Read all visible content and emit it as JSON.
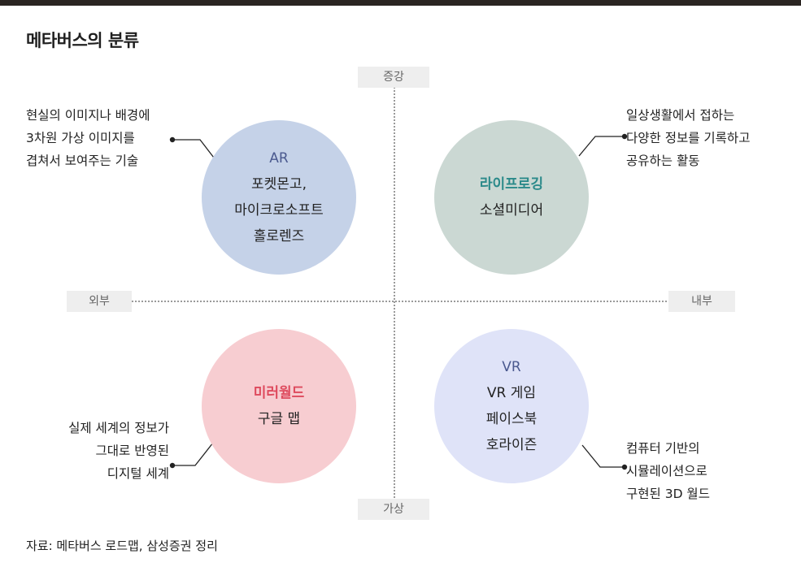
{
  "title": "메타버스의 분류",
  "axes": {
    "top": "증강",
    "bottom": "가상",
    "left": "외부",
    "right": "내부"
  },
  "quadrants": {
    "ar": {
      "title": "AR",
      "lines": [
        "포켓몬고,",
        "마이크로소프트",
        "홀로렌즈"
      ],
      "description": [
        "현실의 이미지나 배경에",
        "3차원 가상 이미지를",
        "겹쳐서 보여주는 기술"
      ],
      "color": "#c5d2e8"
    },
    "lifelogging": {
      "title": "라이프로깅",
      "lines": [
        "소셜미디어"
      ],
      "description": [
        "일상생활에서 접하는",
        "다양한 정보를 기록하고",
        "공유하는 활동"
      ],
      "color": "#cbd8d3"
    },
    "mirror": {
      "title": "미러월드",
      "lines": [
        "구글 맵"
      ],
      "description": [
        "실제 세계의 정보가",
        "그대로 반영된",
        "디지털 세계"
      ],
      "color": "#f7cdd1"
    },
    "vr": {
      "title": "VR",
      "lines": [
        "VR 게임",
        "페이스북",
        "호라이즌"
      ],
      "description": [
        "컴퓨터 기반의",
        "시뮬레이션으로",
        "구현된 3D 월드"
      ],
      "color": "#dfe3f8"
    }
  },
  "source": "자료: 메타버스 로드맵, 삼성증권 정리"
}
